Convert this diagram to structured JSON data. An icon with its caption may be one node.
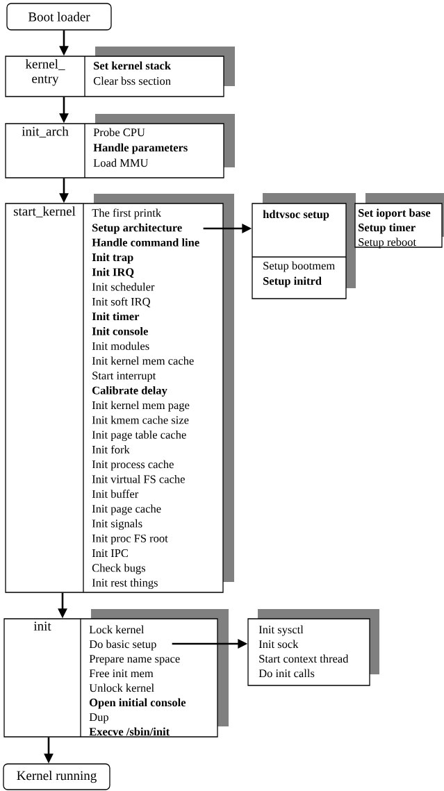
{
  "diagram": {
    "nodes": [
      {
        "text": [
          "Boot loader"
        ]
      },
      {
        "text": [
          "kernel_ entry",
          "**Set kernel stack**",
          "Clear bss section"
        ]
      },
      {
        "text": [
          "init_arch",
          "Probe CPU",
          "**Handle parameters**",
          "Load MMU"
        ]
      },
      {
        "text": [
          "start_kernel",
          "The first printk",
          "**Setup architecture**",
          "**Handle command line**",
          "**Init trap**",
          "**Init IRQ**",
          "Init scheduler",
          "Init soft IRQ",
          "**Init timer**",
          "**Init console**",
          "Init modules",
          "Init kernel mem cache",
          "Start interrupt",
          "**Calibrate delay**",
          "Init kernel mem page",
          "Init kmem cache size",
          "Init page table cache",
          "Init fork",
          "Init process cache",
          "Init virtual FS cache",
          "Init buffer",
          "Init page cache",
          "Init signals",
          "Init proc FS root",
          "Init IPC",
          "Check bugs",
          "Init rest things"
        ]
      },
      {
        "text": [
          "**hdtvsoc setup**",
          "Setup bootmem",
          "**Setup initrd**"
        ]
      },
      {
        "text": [
          "**Set ioport base**",
          "**Setup timer**",
          "Setup reboot"
        ]
      },
      {
        "text": [
          "init",
          "Lock kernel",
          "Do basic setup",
          "Prepare name space",
          "Free init mem",
          "Unlock kernel",
          "**Open initial console**",
          "Dup",
          "**Execve /sbin/init**"
        ]
      },
      {
        "text": [
          "Init sysctl",
          "Init sock",
          "Start context thread",
          "Do init calls"
        ]
      },
      {
        "text": [
          "Kernel running"
        ]
      }
    ],
    "edges": [
      {
        "from": 0,
        "to": 1,
        "arrow": "to"
      },
      {
        "from": 1,
        "to": 2,
        "arrow": "to"
      },
      {
        "from": 2,
        "to": 3,
        "arrow": "to"
      },
      {
        "from": 3,
        "to": 4,
        "arrow": "to"
      },
      {
        "from": 3,
        "to": 6,
        "arrow": "to"
      },
      {
        "from": 6,
        "to": 7,
        "arrow": "to"
      },
      {
        "from": 6,
        "to": 8,
        "arrow": "to"
      }
    ]
  }
}
